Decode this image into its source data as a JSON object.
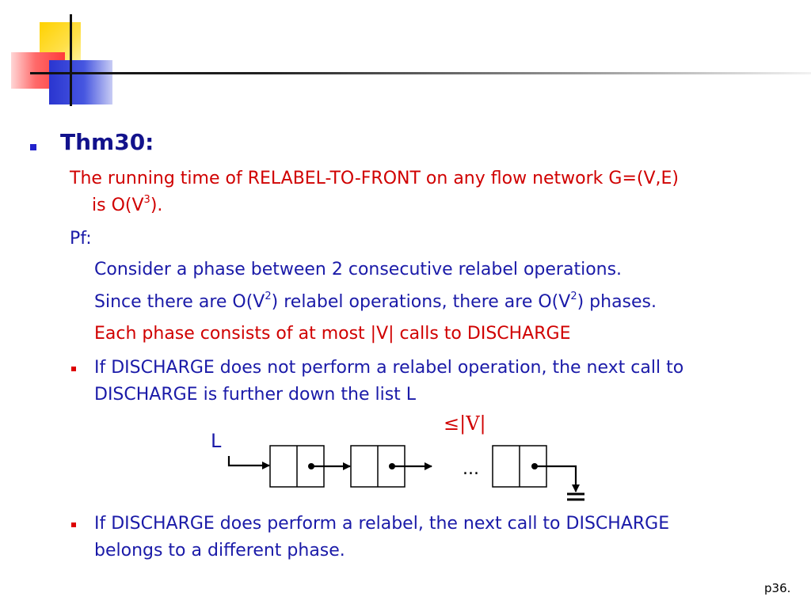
{
  "slide": {
    "title": "Thm30:",
    "theorem_line1": "The running time of RELABEL-TO-FRONT on any flow network G=(V,E)",
    "theorem_line2_prefix": "is  O(V",
    "theorem_line2_sup": "3",
    "theorem_line2_suffix": ").",
    "pf_label": "Pf:",
    "line_consider": "Consider a phase between 2 consecutive relabel operations.",
    "line_since_a": "Since there are O(V",
    "line_since_sup1": "2",
    "line_since_b": ") relabel operations, there are O(V",
    "line_since_sup2": "2",
    "line_since_c": ") phases.",
    "line_each": "Each phase consists of at most |V| calls to DISCHARGE",
    "bullet1_line1": "If DISCHARGE does not perform a relabel operation, the next call to",
    "bullet1_line2": "DISCHARGE is further down the list L",
    "bullet2_line1": "If DISCHARGE does perform a relabel, the next call to DISCHARGE",
    "bullet2_line2": "belongs to a different phase.",
    "page_number": "p36."
  },
  "diagram": {
    "list_label": "L",
    "bound_label": "≤|V|",
    "ellipsis": "...",
    "node_count_drawn": 3
  },
  "colors": {
    "title": "#12128c",
    "red_text": "#d00000",
    "blue_text": "#1a1aa8",
    "bullet_blue": "#2222cc",
    "bullet_red": "#dd0000"
  }
}
